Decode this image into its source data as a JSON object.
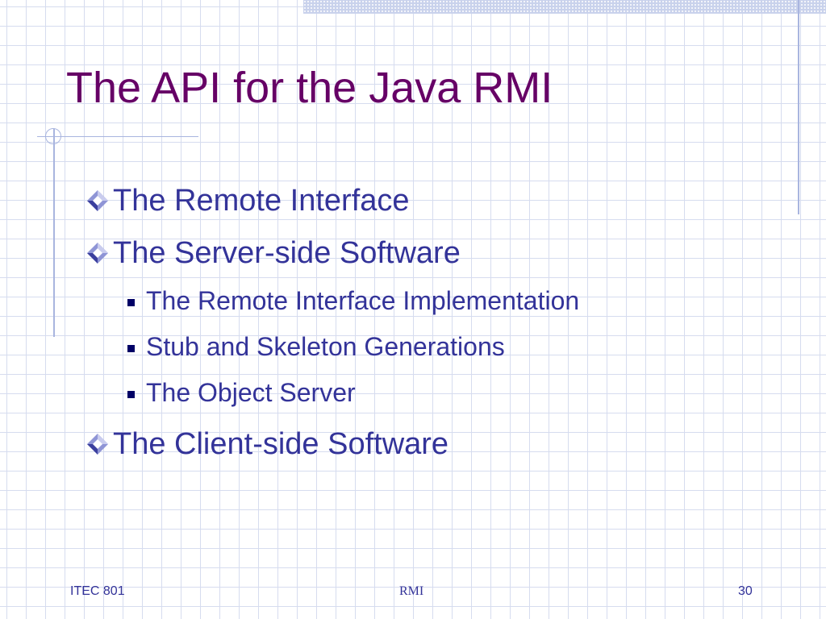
{
  "slide": {
    "title": "The API for the Java RMI",
    "bullets": [
      {
        "level": 1,
        "text": "The Remote Interface"
      },
      {
        "level": 1,
        "text": "The Server-side Software"
      },
      {
        "level": 2,
        "text": "The Remote Interface Implementation"
      },
      {
        "level": 2,
        "text": "Stub and Skeleton Generations"
      },
      {
        "level": 2,
        "text": "The Object Server"
      },
      {
        "level": 1,
        "text": "The Client-side Software"
      }
    ]
  },
  "footer": {
    "left": "ITEC 801",
    "center": "RMI",
    "right": "30"
  },
  "colors": {
    "title": "#660066",
    "body_text": "#333399",
    "grid": "#d6dcef",
    "accent_lines": "#a9b5df"
  },
  "icons": {
    "level1_bullet": "diamond-bullet-icon",
    "level2_bullet": "square-bullet-icon"
  }
}
